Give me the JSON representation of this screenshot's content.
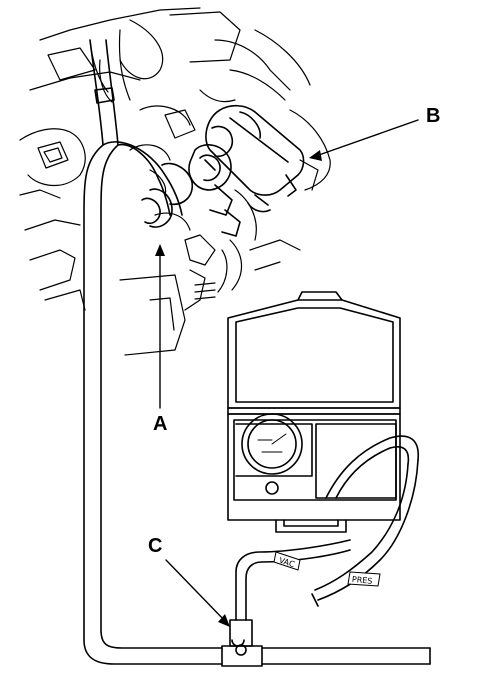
{
  "callouts": {
    "a": "A",
    "b": "B",
    "c": "C"
  },
  "hose_tags": {
    "vac": "VAC",
    "pres": "PRES"
  },
  "colors": {
    "line": "#000000",
    "background": "#ffffff"
  }
}
